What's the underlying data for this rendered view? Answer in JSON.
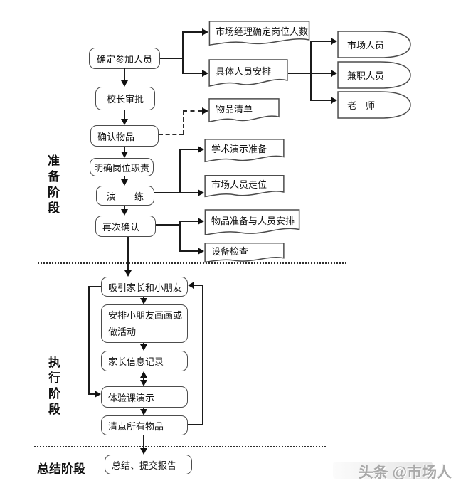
{
  "phases": {
    "prepare": "准备阶段",
    "execute": "执行阶段",
    "summary": "总结阶段"
  },
  "nodes": {
    "confirm_participants": "确定参加人员",
    "principal_approval": "校长审批",
    "confirm_items": "确认物品",
    "clarify_duties": "明确岗位职责",
    "drill": "演　　练",
    "reconfirm": "再次确认",
    "manager_headcount": "市场经理确定岗位人数",
    "personnel_arrangement": "具体人员安排",
    "item_list": "物品清单",
    "market_staff": "市场人员",
    "parttime_staff": "兼职人员",
    "teacher": "老　师",
    "academic_demo_prep": "学术演示准备",
    "staff_positioning": "市场人员走位",
    "items_and_personnel": "物品准备与人员安排",
    "equipment_check": "设备检查",
    "attract": "吸引家长和小朋友",
    "arrange_activity": "安排小朋友画画或做活动",
    "parent_info": "家长信息记录",
    "trial_demo": "体验课演示",
    "count_items": "清点所有物品",
    "summarize": "总结、提交报告"
  },
  "watermark": "头条 @市场人",
  "colors": {
    "line": "#1b1b1b",
    "border": "#4c4c4c",
    "text": "#141414",
    "watermark": "#a9a9a9"
  }
}
